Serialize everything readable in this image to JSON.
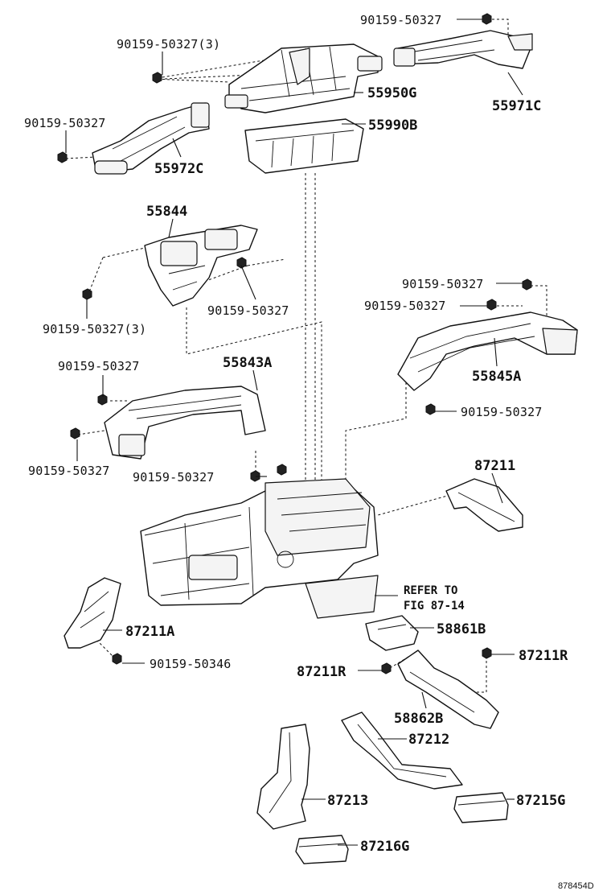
{
  "diagram_code": "878454D",
  "callouts": {
    "bolt_top_right": "90159-50327",
    "bolt_top_left": "90159-50327(3)",
    "duct_55950G": "55950G",
    "duct_55971C": "55971C",
    "bolt_left_upper": "90159-50327",
    "duct_55990B": "55990B",
    "duct_55972C": "55972C",
    "duct_55844": "55844",
    "bolt_55844_right": "90159-50327",
    "bolt_55844_left": "90159-50327(3)",
    "bolt_55845A_top1": "90159-50327",
    "bolt_55845A_top2": "90159-50327",
    "duct_55845A": "55845A",
    "bolt_55845A_bottom": "90159-50327",
    "bolt_55843A_top": "90159-50327",
    "duct_55843A": "55843A",
    "bolt_55843A_left": "90159-50327",
    "bolt_heater_top": "90159-50327",
    "duct_87211": "87211",
    "refer_line1": "REFER TO",
    "refer_line2": "FIG 87-14",
    "duct_87211A": "87211A",
    "bolt_87211A": "90159-50346",
    "duct_58861B": "58861B",
    "clip_87211R_right": "87211R",
    "clip_87211R_left": "87211R",
    "duct_58862B": "58862B",
    "duct_87212": "87212",
    "duct_87213": "87213",
    "duct_87215G": "87215G",
    "duct_87216G": "87216G"
  }
}
